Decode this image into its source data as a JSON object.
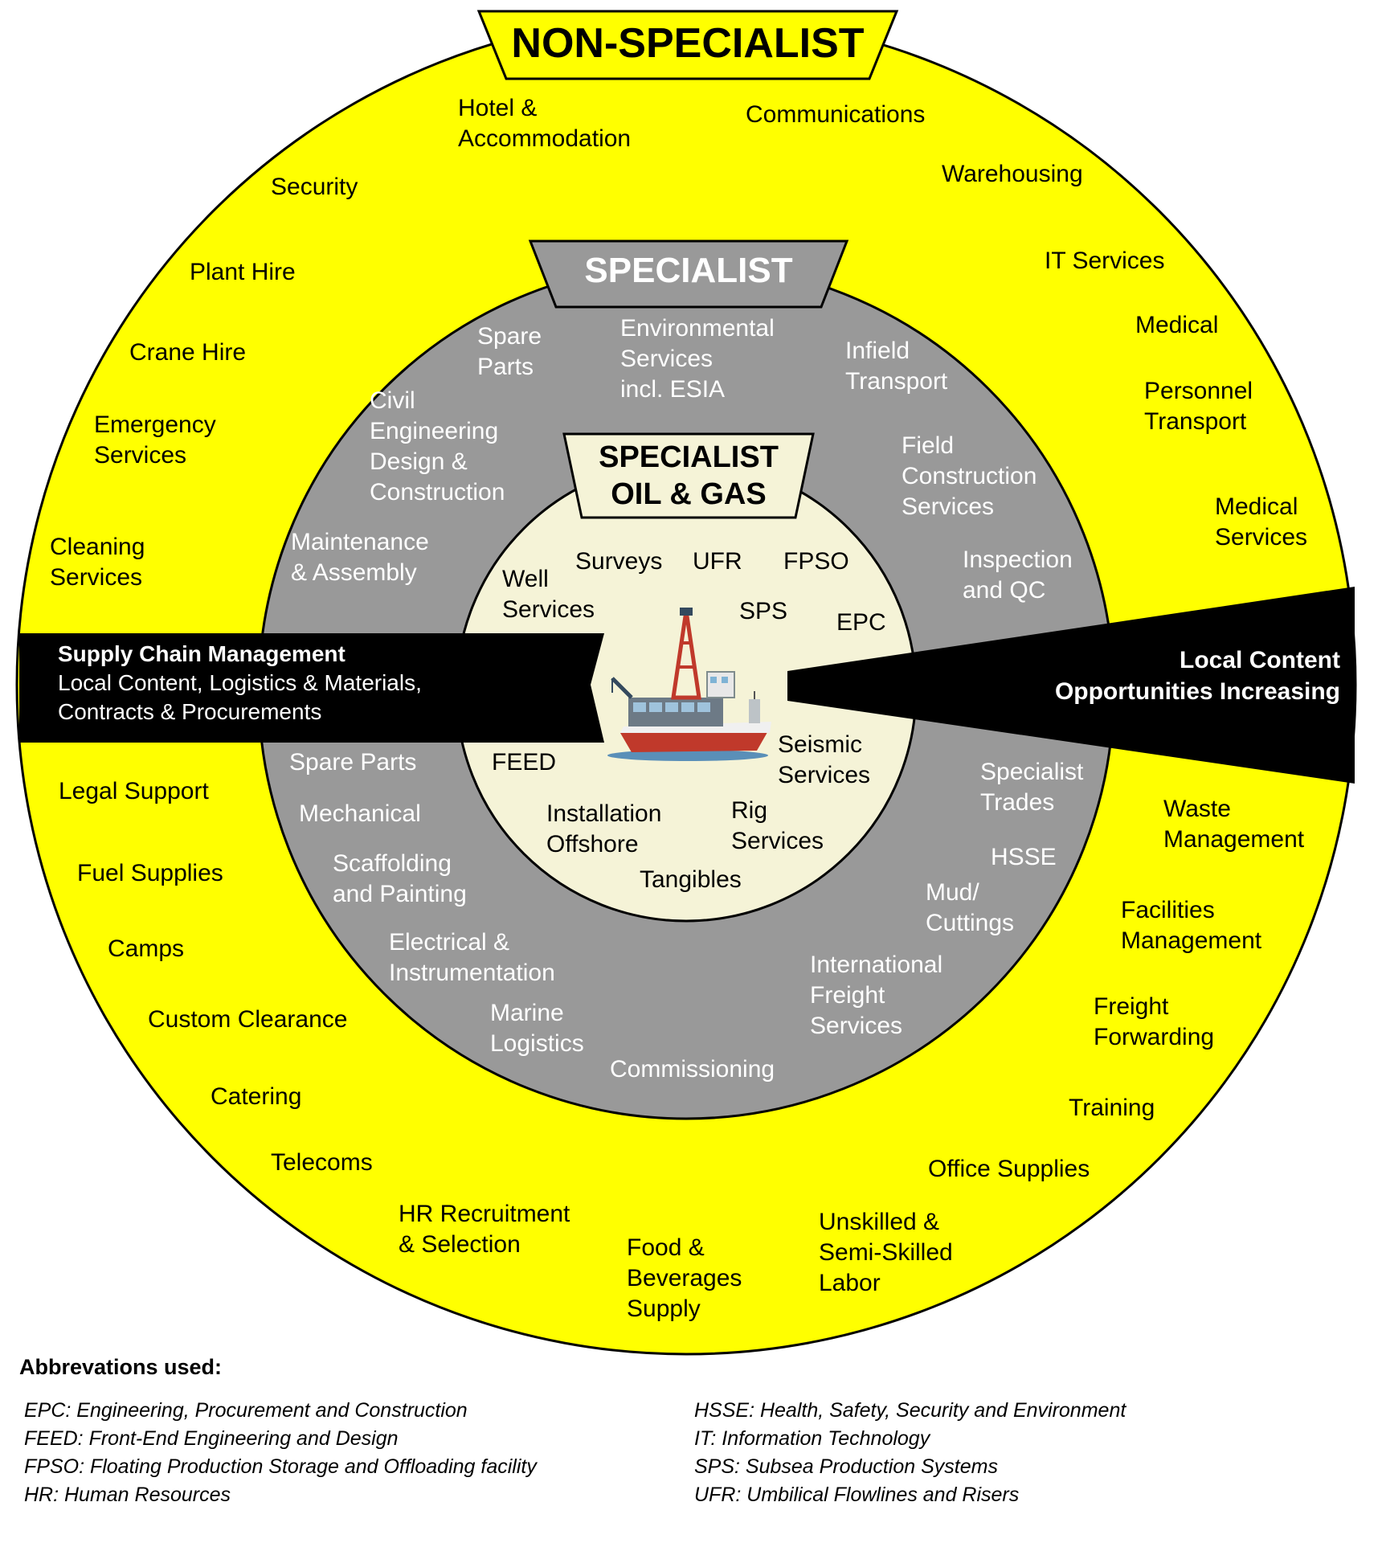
{
  "colors": {
    "outer_ring": "#ffff00",
    "middle_ring": "#999999",
    "inner_disc": "#f5f3d7",
    "bands": "#000000"
  },
  "banners": {
    "non_specialist": "NON-SPECIALIST",
    "specialist": "SPECIALIST",
    "specialist_oil_gas": "SPECIALIST\nOIL & GAS"
  },
  "non_specialist_items": [
    "Hotel &\nAccommodation",
    "Communications",
    "Security",
    "Warehousing",
    "Plant Hire",
    "IT Services",
    "Crane Hire",
    "Medical",
    "Emergency\nServices",
    "Personnel\nTransport",
    "Cleaning\nServices",
    "Medical\nServices",
    "Legal Support",
    "Waste\nManagement",
    "Fuel Supplies",
    "Facilities\nManagement",
    "Camps",
    "Freight\nForwarding",
    "Custom Clearance",
    "Catering",
    "Training",
    "Telecoms",
    "Office Supplies",
    "HR Recruitment\n& Selection",
    "Food &\nBeverages\nSupply",
    "Unskilled &\nSemi-Skilled\nLabor"
  ],
  "specialist_items": [
    "Spare\nParts",
    "Environmental\nServices\nincl. ESIA",
    "Infield\nTransport",
    "Civil\nEngineering\nDesign &\nConstruction",
    "Field\nConstruction\nServices",
    "Maintenance\n& Assembly",
    "Inspection\nand QC",
    "Spare Parts",
    "Specialist\nTrades",
    "Mechanical",
    "HSSE",
    "Scaffolding\nand Painting",
    "Mud/\nCuttings",
    "Electrical &\nInstrumentation",
    "International\nFreight\nServices",
    "Marine\nLogistics",
    "Commissioning"
  ],
  "oil_gas_items": [
    "Surveys",
    "UFR",
    "FPSO",
    "Well\nServices",
    "SPS",
    "EPC",
    "FEED",
    "Seismic\nServices",
    "Installation\nOffshore",
    "Rig\nServices",
    "Tangibles"
  ],
  "supply_chain": {
    "title": "Supply Chain Management",
    "line1": "Local Content, Logistics & Materials,",
    "line2": "Contracts & Procurements"
  },
  "local_content": {
    "line1": "Local Content",
    "line2": "Opportunities Increasing"
  },
  "abbreviations": {
    "title": "Abbrevations used:",
    "left": [
      "EPC: Engineering, Procurement and Construction",
      "FEED: Front-End Engineering and Design",
      "FPSO: Floating Production Storage and Offloading facility",
      "HR: Human Resources"
    ],
    "right": [
      "HSSE: Health, Safety, Security and Environment",
      "IT: Information Technology",
      "SPS: Subsea Production Systems",
      "UFR: Umbilical Flowlines and Risers"
    ]
  }
}
